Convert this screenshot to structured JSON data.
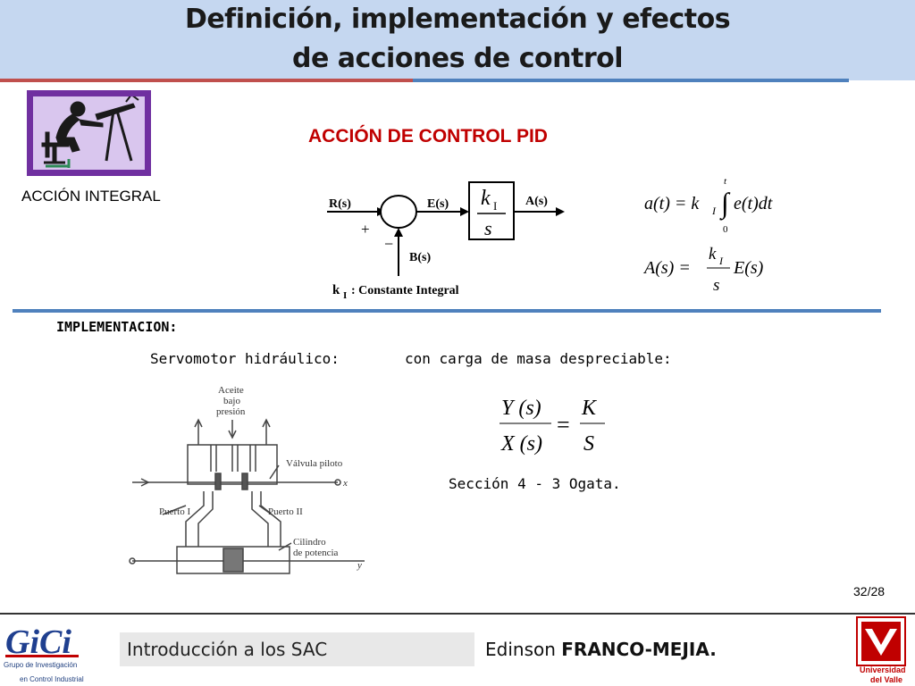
{
  "header": {
    "title_line1": "Definición, implementación y efectos",
    "title_line2": "de acciones de control"
  },
  "slide": {
    "section_title": "ACCIÓN DE CONTROL PID",
    "integral_label": "ACCIÓN INTEGRAL",
    "block_diagram": {
      "input": "R(s)",
      "error": "E(s)",
      "output": "A(s)",
      "feedback": "B(s)",
      "plus": "+",
      "minus": "−",
      "gain_num": "k",
      "gain_sub": "I",
      "gain_den": "s",
      "caption_symbol": "k",
      "caption_sub": "I",
      "caption_text": ": Constante Integral"
    },
    "equations": {
      "time_lhs": "a(t) = k",
      "time_sub": "I",
      "time_upper": "t",
      "time_lower": "0",
      "time_integrand": "e(t)dt",
      "laplace_lhs": "A(s) =",
      "laplace_num": "k",
      "laplace_sub": "I",
      "laplace_den": "s",
      "laplace_rhs": "E(s)"
    },
    "implementation_label": "IMPLEMENTACION:",
    "servo_label": "Servomotor hidráulico:",
    "load_label": "con carga de masa despreciable:",
    "transfer": {
      "num_lhs": "Y (s)",
      "den_lhs": "X (s)",
      "eq": "=",
      "num_rhs": "K",
      "den_rhs": "S"
    },
    "reference": "Sección 4 - 3 Ogata.",
    "servo_figure": {
      "oil_line1": "Aceite",
      "oil_line2": "bajo",
      "oil_line3": "presión",
      "pilot_valve": "Válvula piloto",
      "port1": "Puerto I",
      "port2": "Puerto II",
      "cyl_line1": "Cilindro",
      "cyl_line2": "de potencia",
      "x_label": "x",
      "y_label": "y"
    },
    "page_number": "32/28"
  },
  "footer": {
    "course": "Introducción a los SAC",
    "author_first": "Edinson",
    "author_last": "FRANCO-MEJIA.",
    "gici_logo_text": "GiCi",
    "gici_sub1": "Grupo de Investigación",
    "gici_sub2": "en Control Industrial",
    "uv_line1": "Universidad",
    "uv_line2": "del Valle"
  },
  "colors": {
    "header_bg": "#c5d7f0",
    "accent_red": "#c00000",
    "rule_blue": "#4f81bd",
    "mascot_purple": "#7030a0"
  }
}
